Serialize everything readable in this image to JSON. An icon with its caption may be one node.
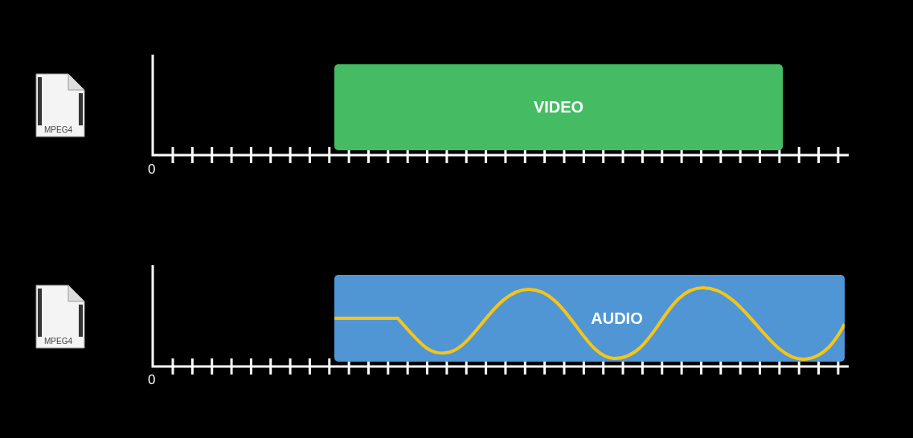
{
  "diagram": {
    "nodes": [
      {
        "text": [
          "VIDEO"
        ]
      },
      {
        "text": [
          "AUDIO"
        ]
      }
    ],
    "labels": [
      "MPEG4",
      "0",
      "MPEG4",
      "0"
    ]
  }
}
